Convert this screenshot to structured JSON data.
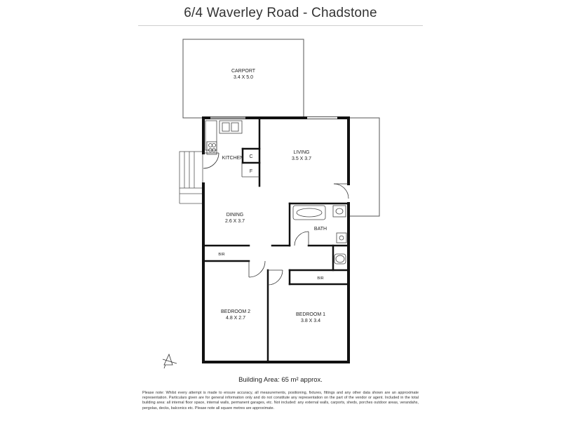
{
  "title": "6/4 Waverley Road - Chadstone",
  "rooms": {
    "carport": {
      "name": "CARPORT",
      "size": "3.4 X 5.0"
    },
    "kitchen": {
      "name": "KITCHEN"
    },
    "living": {
      "name": "LIVING",
      "size": "3.5 X 3.7"
    },
    "dining": {
      "name": "DINING",
      "size": "2.6 X 3.7"
    },
    "bath": {
      "name": "BATH"
    },
    "bedroom2": {
      "name": "BEDROOM 2",
      "size": "4.8 X 2.7"
    },
    "bedroom1": {
      "name": "BEDROOM 1",
      "size": "3.8 X 3.4"
    }
  },
  "labels": {
    "cupboard": "C",
    "fridge": "F",
    "bir_left": "BIR",
    "bir_right": "BIR"
  },
  "building_area": "Building Area: 65 m² approx.",
  "disclaimer": "Please note: Whilst every attempt is made to ensure accuracy, all measurements, positioning, fixtures, fittings and any other data shown are an approximate representation. Particulars given are for general information only and do not constitute any representation on the part of the vendor or agent. Included in the total building area: all internal floor space, internal walls, permanent garages, etc. Not included: any external walls, carports, sheds, porches outdoor areas, verandahs, pergolas, decks, balconics etc. Please note all square metres are approximate."
}
